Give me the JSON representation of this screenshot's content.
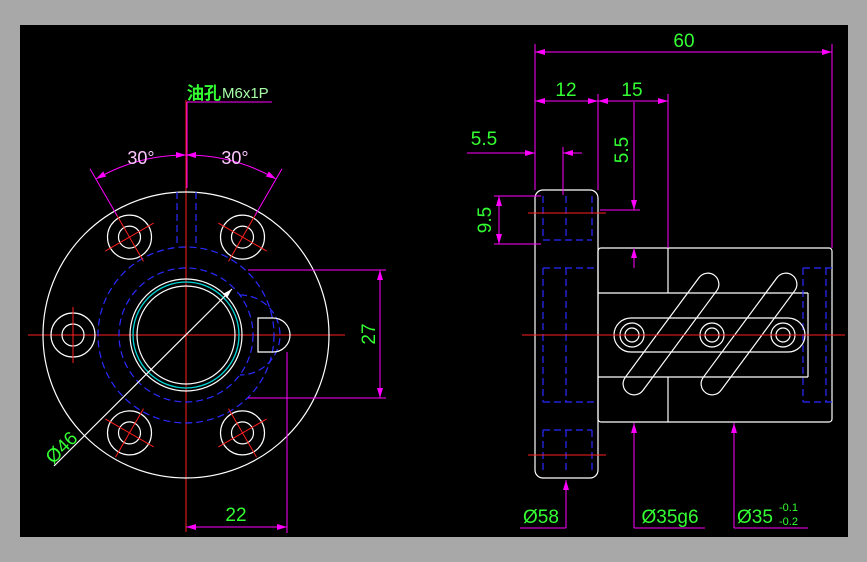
{
  "colors": {
    "frame": "#a8a8a8",
    "background": "#000000",
    "outline": "#ffffff",
    "center_line": "#ff2020",
    "dimension_line": "#ff00ff",
    "hidden_line": "#2a2aff",
    "dimension_text": "#33ff33"
  },
  "front_view": {
    "oil_hole_label": "油孔",
    "thread_label": "M6x1P",
    "angle_left": "30°",
    "angle_right": "30°",
    "dia_46": "Ø46",
    "dim_27": "27",
    "dim_22": "22"
  },
  "side_view": {
    "dim_60": "60",
    "dim_12": "12",
    "dim_15": "15",
    "dim_5_5_h": "5.5",
    "dim_5_5_v": "5.5",
    "dim_9_5": "9.5",
    "dia_58": "Ø58",
    "dia_35g6": "Ø35g6",
    "dia_35": "Ø35",
    "tol_upper": "-0.1",
    "tol_lower": "-0.2"
  }
}
